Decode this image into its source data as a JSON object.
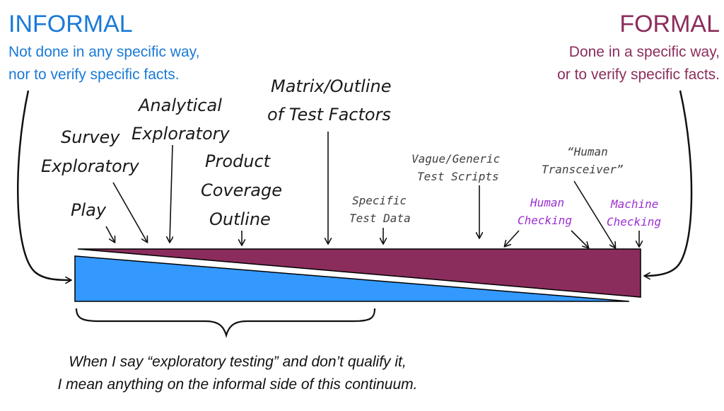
{
  "informal": {
    "title": "INFORMAL",
    "line1": "Not done in any specific way,",
    "line2": "nor to verify specific facts."
  },
  "formal": {
    "title": "FORMAL",
    "line1": "Done in a specific way,",
    "line2": "or to verify specific facts."
  },
  "labels": {
    "play": "Play",
    "survey_1": "Survey",
    "survey_2": "Exploratory",
    "analytical_1": "Analytical",
    "analytical_2": "Exploratory",
    "product_1": "Product",
    "product_2": "Coverage",
    "product_3": "Outline",
    "matrix_1": "Matrix/Outline",
    "matrix_2": "of Test Factors",
    "specific_1": "Specific",
    "specific_2": "Test Data",
    "vague_1": "Vague/Generic",
    "vague_2": "Test Scripts",
    "human_tx_1": "“Human",
    "human_tx_2": "Transceiver”",
    "human_check_1": "Human",
    "human_check_2": "Checking",
    "machine_check_1": "Machine",
    "machine_check_2": "Checking"
  },
  "caption": {
    "line1": "When I say “exploratory testing” and don’t qualify it,",
    "line2": "I mean anything on the informal side of this continuum."
  },
  "colors": {
    "informal_blue": "#3399ff",
    "formal_purple": "#8b2d5c",
    "informal_text": "#1a7ad6",
    "formal_text": "#8b2d5c",
    "checking_purple": "#9a2fd0"
  }
}
